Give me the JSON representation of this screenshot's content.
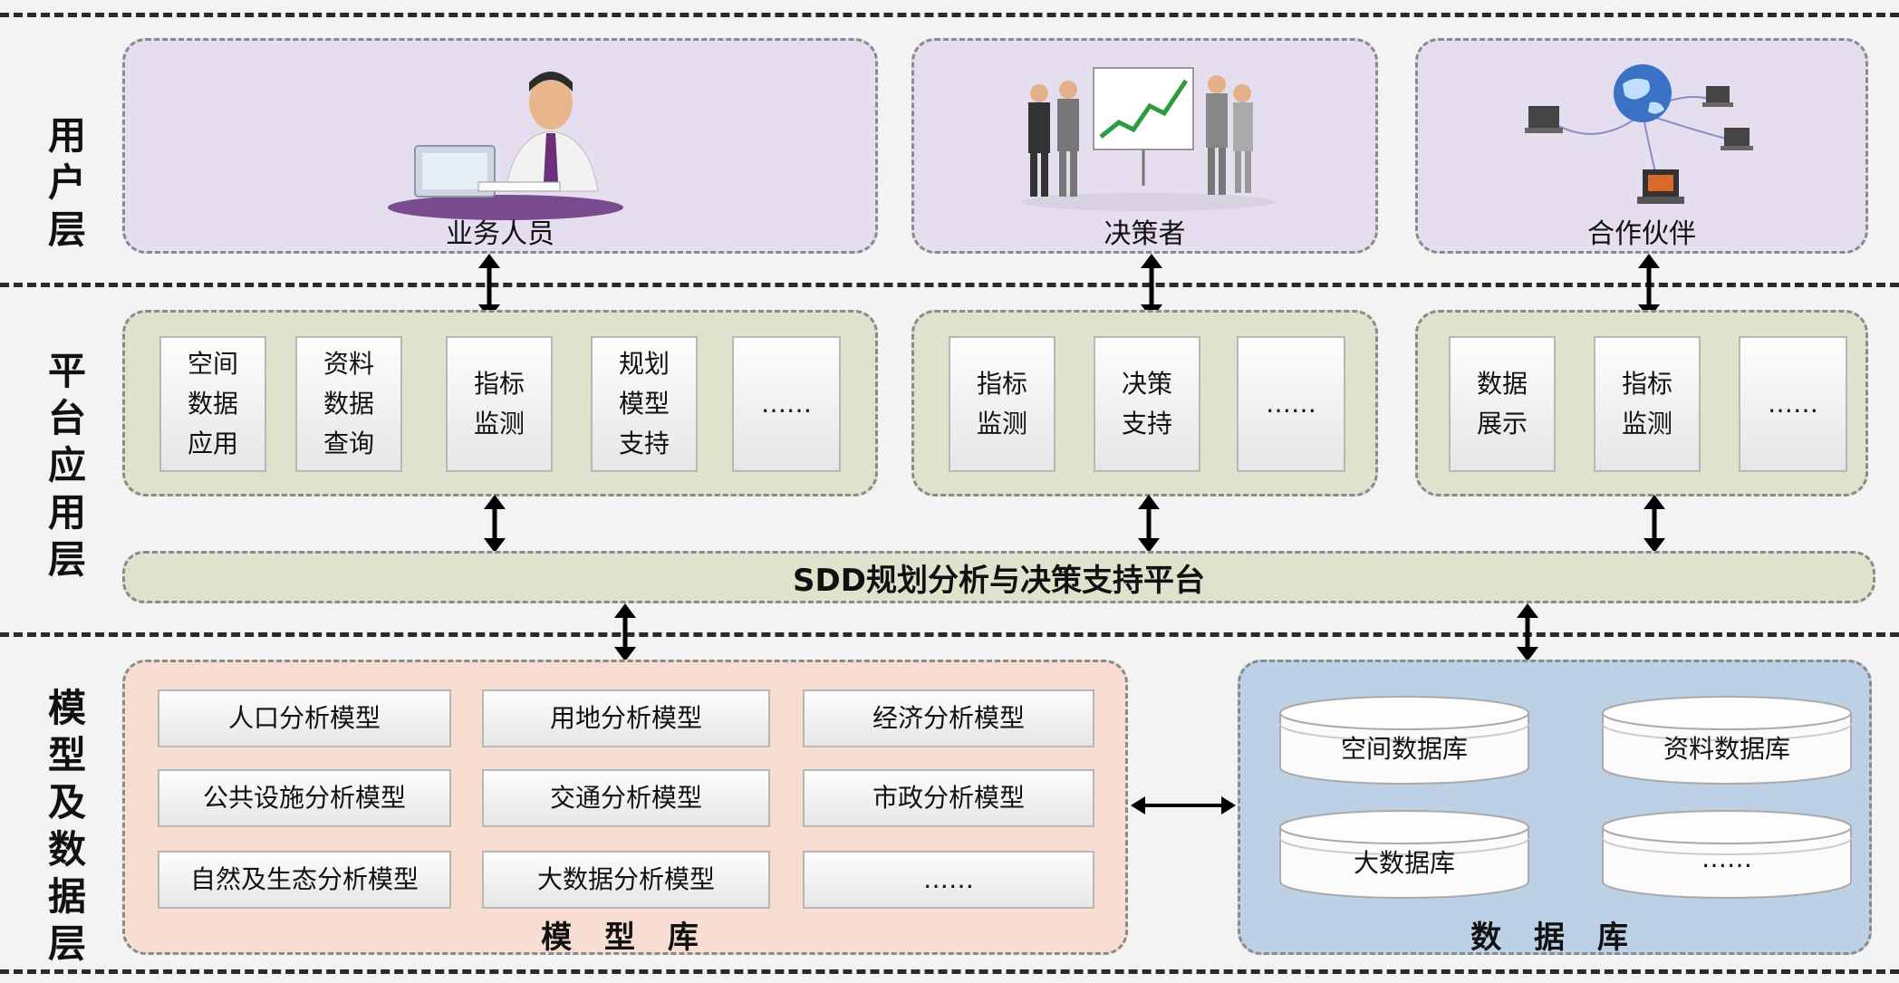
{
  "layers": {
    "user": "用\n户\n层",
    "platform": "平\n台\n应\n用\n层",
    "model_data": "模\n型\n及\n数\n据\n层"
  },
  "user_layer": {
    "business_staff": "业务人员",
    "decision_maker": "决策者",
    "partner": "合作伙伴"
  },
  "platform_layer": {
    "group1": [
      "空间\n数据\n应用",
      "资料\n数据\n查询",
      "指标\n监测",
      "规划\n模型\n支持",
      "……"
    ],
    "group2": [
      "指标\n监测",
      "决策\n支持",
      "……"
    ],
    "group3": [
      "数据\n展示",
      "指标\n监测",
      "……"
    ],
    "platform_name": "SDD规划分析与决策支持平台"
  },
  "model_library": {
    "title": "模 型 库",
    "models": [
      "人口分析模型",
      "用地分析模型",
      "经济分析模型",
      "公共设施分析模型",
      "交通分析模型",
      "市政分析模型",
      "自然及生态分析模型",
      "大数据分析模型",
      "……"
    ]
  },
  "database": {
    "title": "数 据 库",
    "dbs": [
      "空间数据库",
      "资料数据库",
      "大数据库",
      "……"
    ]
  }
}
